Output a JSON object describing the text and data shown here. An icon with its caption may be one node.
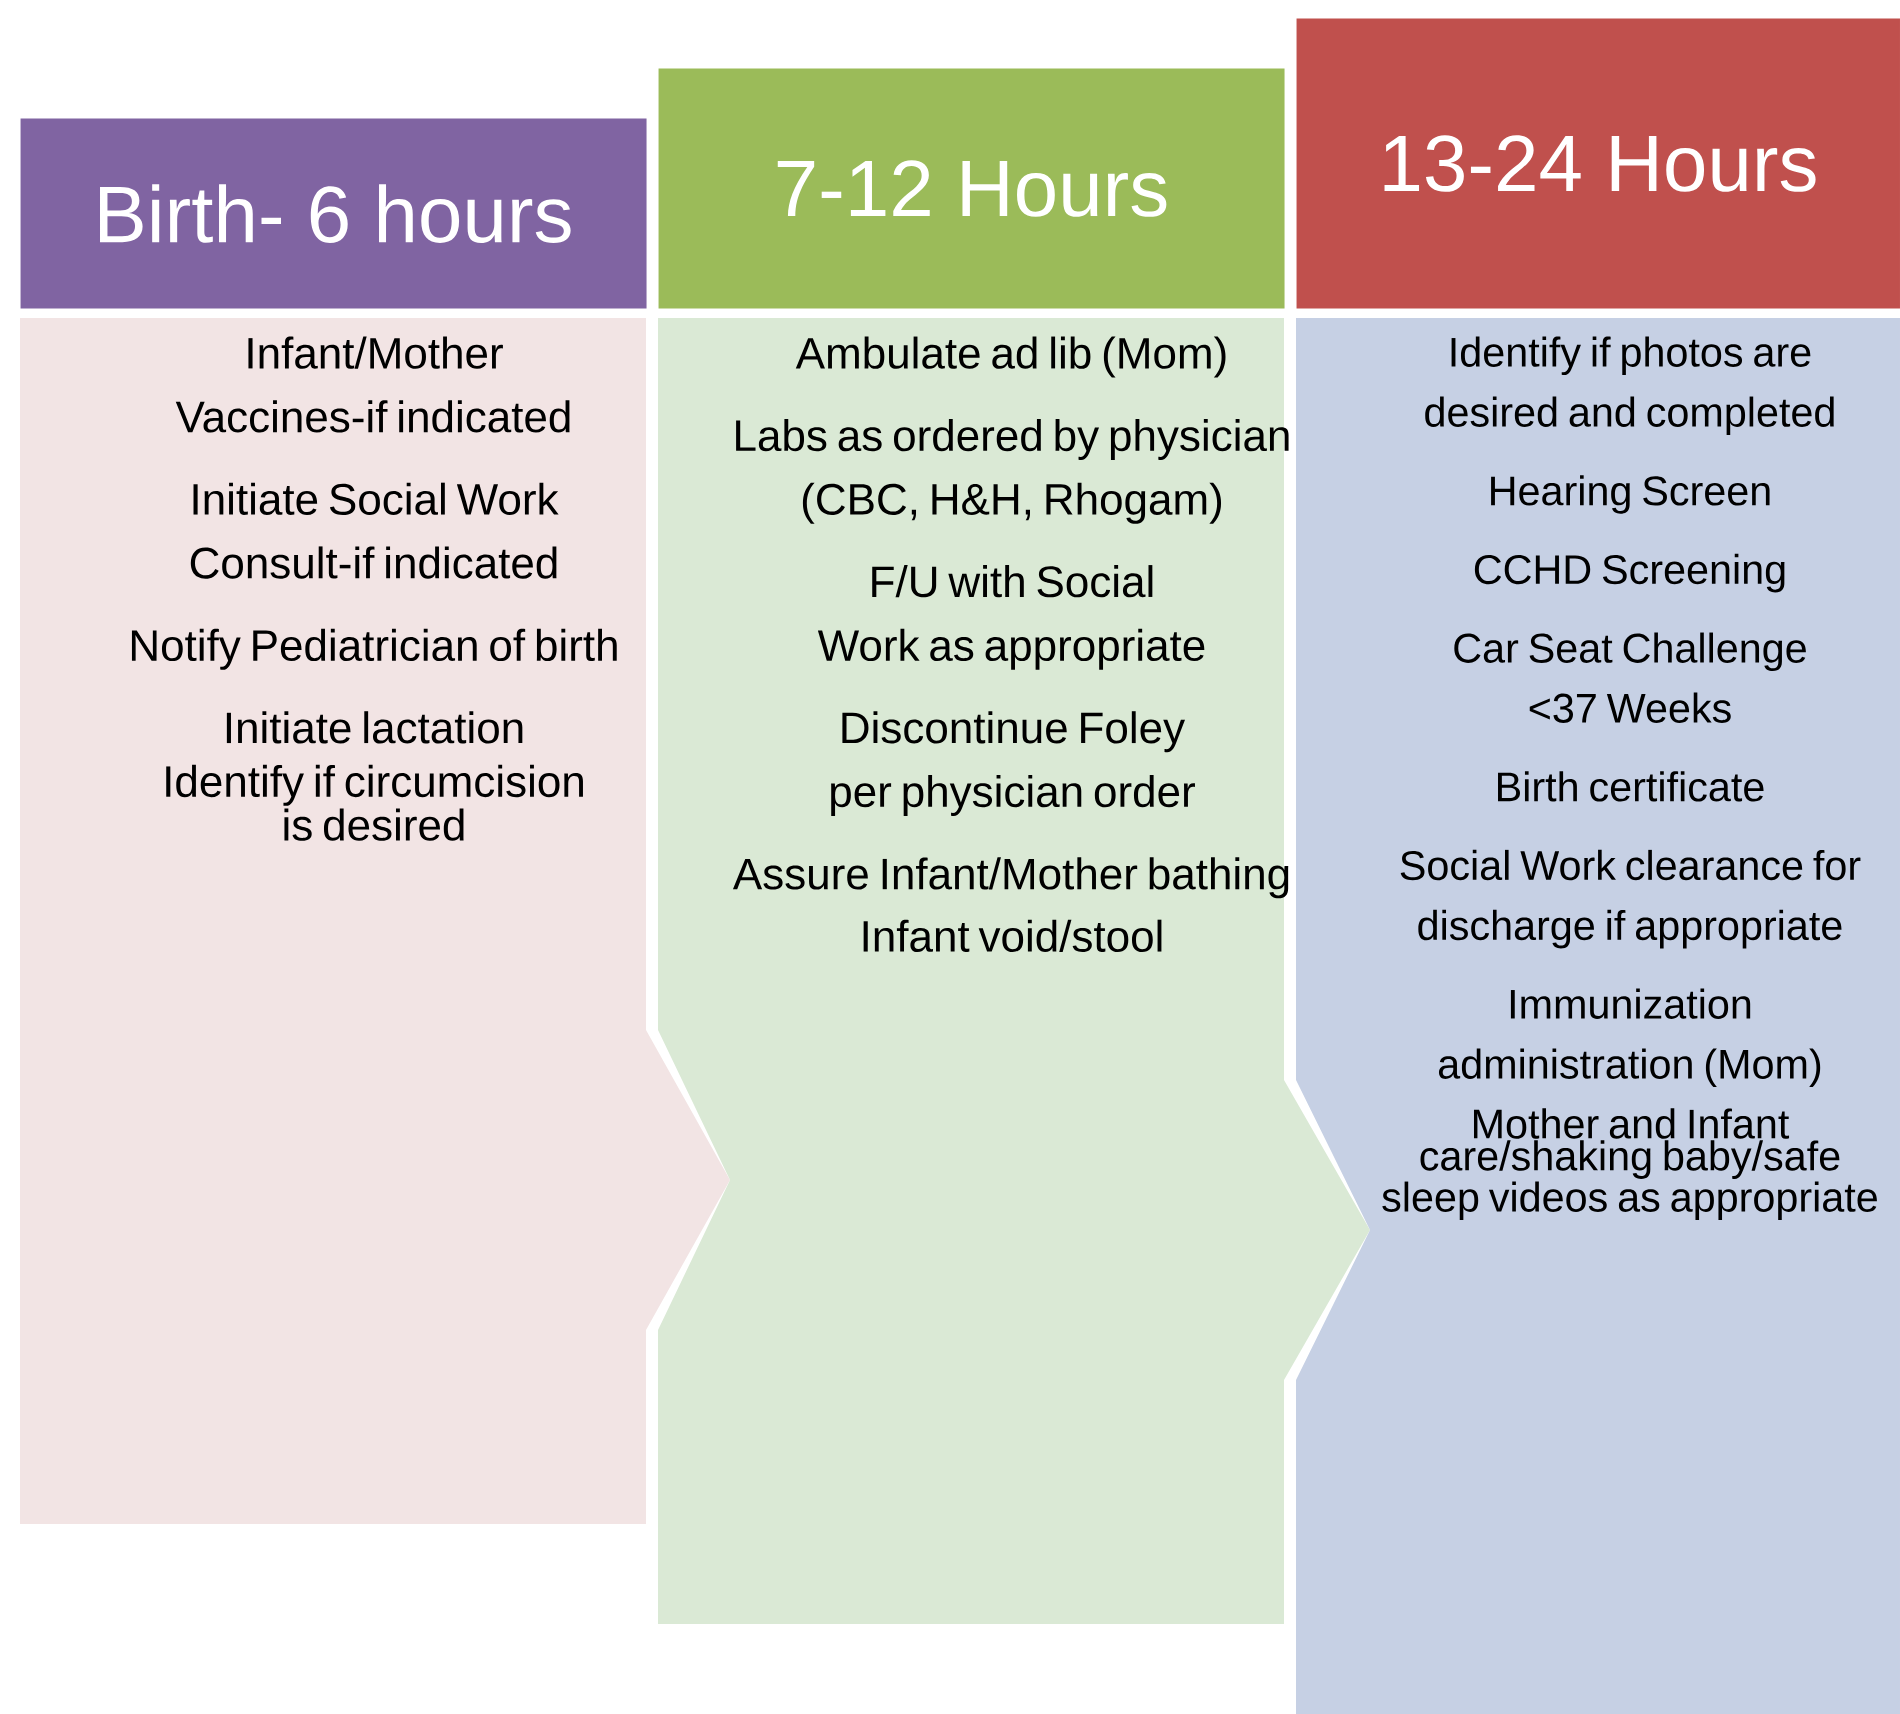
{
  "diagram": {
    "nodes": [
      {
        "text": [
          "Birth- 6 hours"
        ]
      },
      {
        "text": [
          "Infant/Mother Vaccines-if indicated",
          "Initiate Social Work Consult-if indicated",
          "Notify Pediatrician of birth",
          "Initiate lactation",
          "Identify if circumcision is desired"
        ]
      },
      {
        "text": [
          "7-12 Hours"
        ]
      },
      {
        "text": [
          "Ambulate ad lib (Mom)",
          "Labs as ordered by physician (CBC, H&H, Rhogam)",
          "F/U with Social Work as appropriate",
          "Discontinue Foley per physician order",
          "Assure Infant/Mother bathing",
          "Infant void/stool"
        ]
      },
      {
        "text": [
          "13-24 Hours"
        ]
      },
      {
        "text": [
          "Identify if photos are desired and completed",
          "Hearing Screen",
          "CCHD Screening",
          "Car Seat Challenge <37 Weeks",
          "Birth certificate",
          "Social Work clearance for discharge if appropriate",
          "Immunization administration (Mom)",
          "Mother and Infant care/shaking baby/safe sleep videos as appropriate"
        ]
      }
    ]
  }
}
